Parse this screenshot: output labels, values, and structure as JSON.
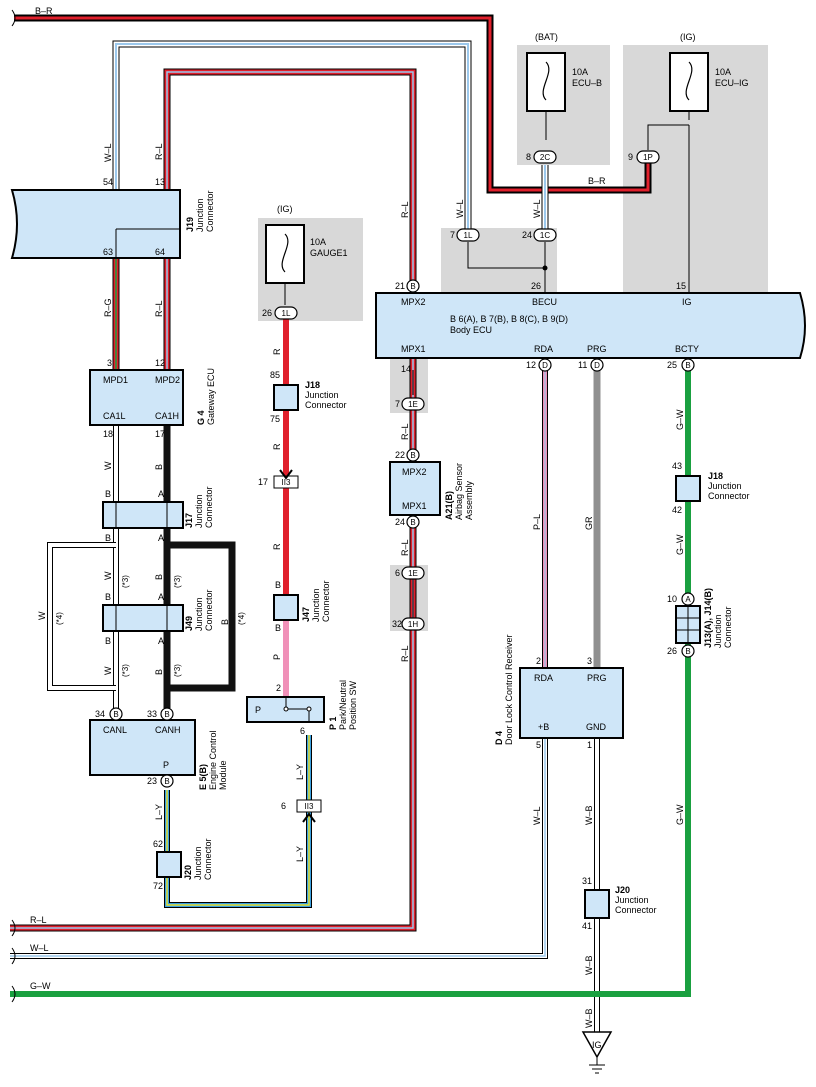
{
  "wires": {
    "top_b_r": "B–R",
    "w_l": "W–L",
    "r_l": "R–L",
    "r_g": "R–G",
    "w": "W",
    "b": "B",
    "r": "R",
    "p": "P",
    "l_y": "L–Y",
    "p_l": "P–L",
    "gr": "GR",
    "g_w": "G–W",
    "w_b": "W–B",
    "bottom_r_l": "R–L",
    "bottom_w_l": "W–L",
    "bottom_g_w": "G–W",
    "note3": "(*3)",
    "note4": "(*4)"
  },
  "fuses": {
    "bat": {
      "source": "(BAT)",
      "rating": "10A",
      "name": "ECU–B",
      "pin": "8",
      "conn": "2C"
    },
    "ig": {
      "source": "(IG)",
      "rating": "10A",
      "name": "ECU–IG",
      "pin": "9",
      "conn": "1P"
    },
    "gauge": {
      "source": "(IG)",
      "rating": "10A",
      "name": "GAUGE1",
      "pin": "26",
      "conn": "1L"
    }
  },
  "body_ecu": {
    "codes": "B 6(A), B 7(B), B 8(C), B 9(D)",
    "name": "Body ECU",
    "mpx2": "MPX2",
    "becu": "BECU",
    "ig": "IG",
    "mpx1": "MPX1",
    "rda": "RDA",
    "prg": "PRG",
    "bcty": "BCTY",
    "pin21": "21",
    "pin26": "26",
    "pin15": "15",
    "pin14": "14",
    "pin12": "12",
    "pin11": "11",
    "pin25": "25",
    "conn_b": "B",
    "conn_d": "D"
  },
  "joints": {
    "c1": {
      "pin": "7",
      "conn": "1L"
    },
    "c2": {
      "pin": "24",
      "conn": "1C"
    },
    "e7": {
      "pin": "7",
      "conn": "1E"
    },
    "e6": {
      "pin": "6",
      "conn": "1E"
    },
    "h32": {
      "pin": "32",
      "conn": "1H"
    },
    "i17": {
      "pin": "17",
      "conn": "II3"
    },
    "i6": {
      "pin": "6",
      "conn": "II3"
    }
  },
  "j19": {
    "code": "J19",
    "name1": "Junction",
    "name2": "Connector",
    "p54": "54",
    "p13": "13",
    "p63": "63",
    "p64": "64"
  },
  "g4": {
    "code": "G 4",
    "name": "Gateway ECU",
    "mpd1": "MPD1",
    "mpd2": "MPD2",
    "ca1l": "CA1L",
    "ca1h": "CA1H",
    "p3": "3",
    "p12": "12",
    "p18": "18",
    "p17": "17"
  },
  "j17": {
    "code": "J17",
    "name1": "Junction",
    "name2": "Connector",
    "b": "B",
    "a": "A"
  },
  "j49": {
    "code": "J49",
    "name1": "Junction",
    "name2": "Connector",
    "b": "B",
    "a": "A"
  },
  "e5": {
    "code": "E 5(B)",
    "name1": "Engine Control",
    "name2": "Module",
    "canl": "CANL",
    "canh": "CANH",
    "p": "P",
    "p34": "34",
    "p33": "33",
    "p23": "23",
    "conn": "B"
  },
  "j20a": {
    "code": "J20",
    "name1": "Junction",
    "name2": "Connector",
    "p62": "62",
    "p72": "72"
  },
  "j18a": {
    "code": "J18",
    "name1": "Junction",
    "name2": "Connector",
    "p85": "85",
    "p75": "75"
  },
  "j47": {
    "code": "J47",
    "name1": "Junction",
    "name2": "Connector",
    "b": "B"
  },
  "p1": {
    "code": "P 1",
    "name1": "Park/Neutral",
    "name2": "Position SW",
    "p": "P",
    "p2": "2",
    "p6": "6"
  },
  "a21": {
    "code": "A21(B)",
    "name1": "Airbag Sensor",
    "name2": "Assembly",
    "mpx2": "MPX2",
    "mpx1": "MPX1",
    "p22": "22",
    "p24": "24",
    "conn": "B"
  },
  "d4": {
    "code": "D 4",
    "name": "Door Lock Control Receiver",
    "rda": "RDA",
    "prg": "PRG",
    "b": "+B",
    "gnd": "GND",
    "p2": "2",
    "p3": "3",
    "p5": "5",
    "p1": "1"
  },
  "j18b": {
    "code": "J18",
    "name1": "Junction",
    "name2": "Connector",
    "p43": "43",
    "p42": "42"
  },
  "j13": {
    "code": "J13(A), J14(B)",
    "name1": "Junction",
    "name2": "Connector",
    "p10": "10",
    "p26": "26",
    "ca": "A",
    "cb": "B"
  },
  "j20b": {
    "code": "J20",
    "name1": "Junction",
    "name2": "Connector",
    "p31": "31",
    "p41": "41"
  },
  "ground": {
    "label": "IG"
  },
  "colors": {
    "red": "#e0202c",
    "blue": "#9cc8ec",
    "green": "#1aa040",
    "pink": "#f090b8",
    "grey": "#909090",
    "box": "#cfe6f8",
    "shade": "#d8d8d8"
  }
}
